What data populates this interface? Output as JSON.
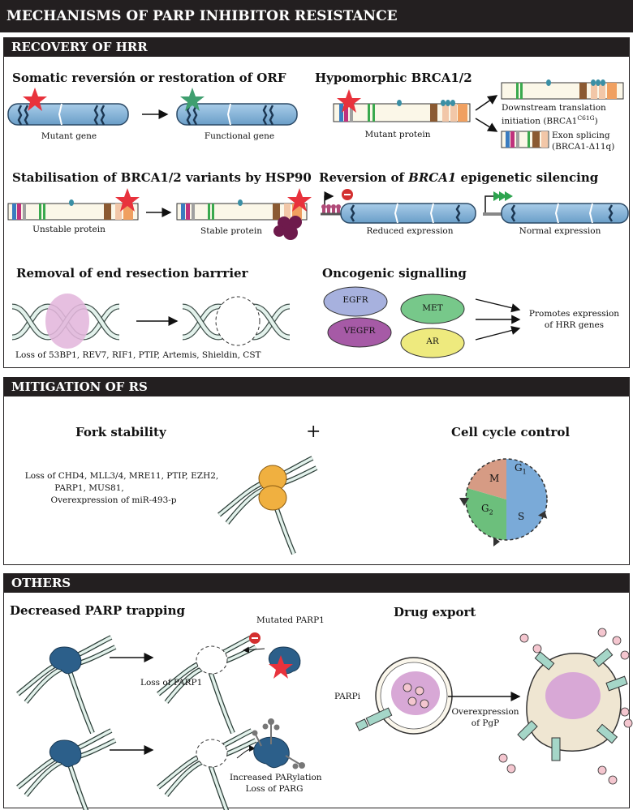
{
  "title": "MECHANISMS OF PARP INHIBITOR RESISTANCE",
  "sections": {
    "hrr": {
      "title": "RECOVERY OF HRR",
      "somatic": {
        "heading": "Somatic reversión or restoration of ORF",
        "mutant": "Mutant gene",
        "functional": "Functional gene"
      },
      "hypomorphic": {
        "heading": "Hypomorphic BRCA1/2",
        "mutant_protein": "Mutant protein",
        "downstream_1": "Downstream translation",
        "downstream_2": "initiation (BRCA1",
        "downstream_sup": "C61G",
        "downstream_close": ")",
        "exon_1": "Exon splicing",
        "exon_2": "(BRCA1-Δ11q)"
      },
      "hsp90": {
        "heading": "Stabilisation of BRCA1/2 variants by HSP90",
        "unstable": "Unstable protein",
        "stable": "Stable protein"
      },
      "epigenetic": {
        "heading_pre": "Reversion of",
        "heading_gene": "BRCA1",
        "heading_post": "epigenetic silencing",
        "reduced": "Reduced expression",
        "normal": "Normal expression"
      },
      "resection": {
        "heading": "Removal of end resection barrrier",
        "caption": "Loss of 53BP1, REV7, RIF1, PTIP, Artemis, Shieldin, CST"
      },
      "oncogenic": {
        "heading": "Oncogenic signalling",
        "receptors": [
          "EGFR",
          "MET",
          "VEGFR",
          "AR"
        ],
        "result_1": "Promotes expression",
        "result_2": "of HRR genes"
      }
    },
    "rs": {
      "title": "MITIGATION OF RS",
      "fork": {
        "heading": "Fork stability",
        "line1": "Loss of CHD4, MLL3/4, MRE11, PTIP, EZH2,",
        "line2": "PARP1, MUS81,",
        "line3": "Overexpression of miR-493-p"
      },
      "plus": "+",
      "cycle": {
        "heading": "Cell cycle control",
        "phases": [
          "M",
          "G1",
          "S",
          "G2"
        ]
      }
    },
    "others": {
      "title": "OTHERS",
      "trapping": {
        "heading": "Decreased PARP trapping",
        "mutated": "Mutated PARP1",
        "loss": "Loss of PARP1",
        "parylation": "Increased PARylation",
        "parg": "Loss of PARG"
      },
      "export": {
        "heading": "Drug export",
        "parpi": "PARPi",
        "over_1": "Overexpression",
        "over_2": "of PgP"
      }
    }
  },
  "colors": {
    "header": "#231f20",
    "gene": "#7eb2d8",
    "star_red": "#e8323c",
    "star_green": "#3f9f6f",
    "parp": "#2c5f8a",
    "hsp90": "#6e1a4c",
    "egfr": "#a7b1de",
    "met": "#77c88a",
    "vegfr": "#a65aa6",
    "ar": "#eeea7e",
    "m_phase": "#d69b84",
    "s_phase": "#7aaad8",
    "g2_phase": "#6cbf7c"
  }
}
